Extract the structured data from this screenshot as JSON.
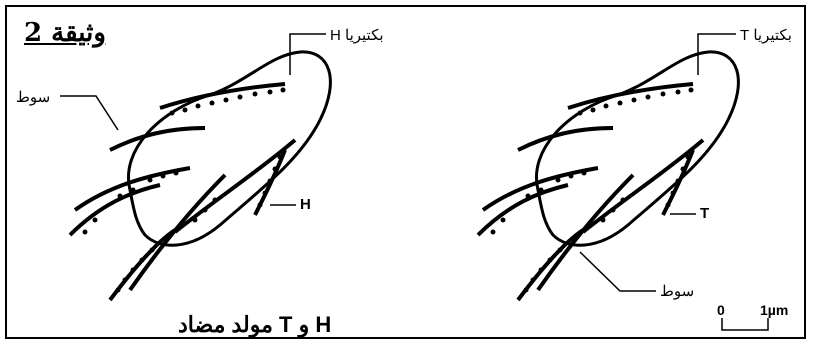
{
  "document": {
    "title": "وثيقة 2",
    "caption": "H و T مولد مضاد"
  },
  "left_bacterium": {
    "bacterium_label": "بكتيريا H",
    "flagellum_label": "سوط",
    "antigen_label": "H"
  },
  "right_bacterium": {
    "bacterium_label": "بكتيريا T",
    "flagellum_label": "سوط",
    "antigen_label": "T"
  },
  "scale_bar": {
    "start_label": "0",
    "end_label": "1µm"
  }
}
